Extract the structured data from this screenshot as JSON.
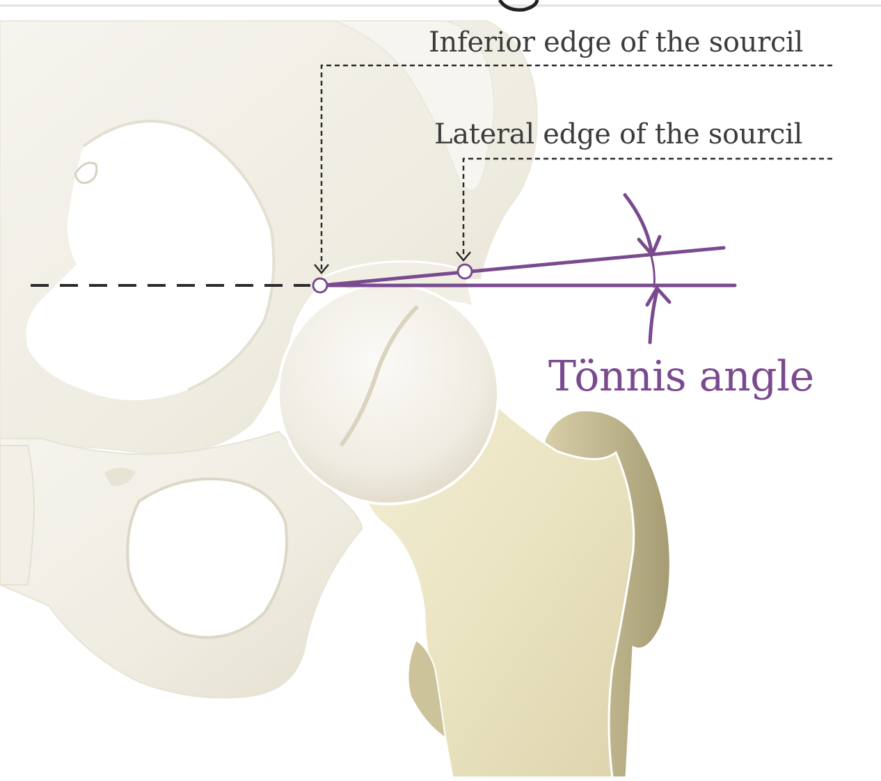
{
  "annotations": {
    "inferior_edge": "Inferior edge of the sourcil",
    "lateral_edge": "Lateral edge of the sourcil",
    "angle_name": "Tönnis angle"
  },
  "colors": {
    "background": "#ffffff",
    "pelvis_bone": "#f0ede3",
    "pelvis_shadow": "#d9d4c4",
    "femur_bone": "#ece6c6",
    "femur_shadow": "#b8b08c",
    "femoral_head": "#f4f2ea",
    "angle_lines": "#7a4a8e",
    "leader_lines": "#2a2a2a",
    "label_text": "#3c3c3c"
  },
  "icons": {
    "pointer": "arrow-down-icon",
    "angle_marker": "curved-arrow-icon"
  }
}
